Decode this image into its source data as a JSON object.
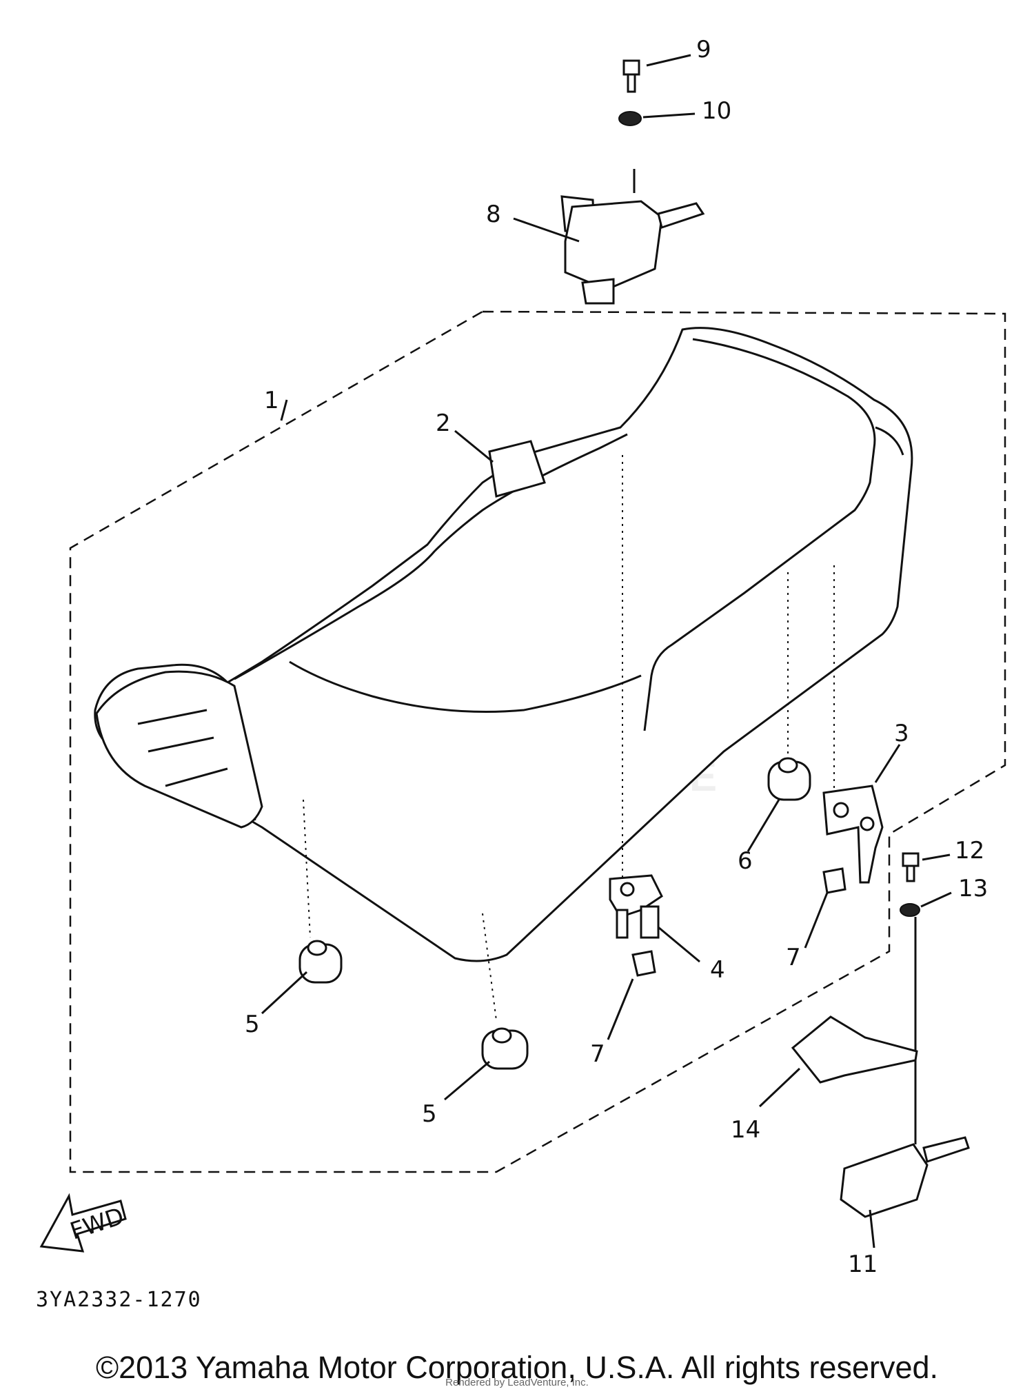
{
  "diagram": {
    "callouts": [
      "1",
      "2",
      "3",
      "4",
      "5",
      "5",
      "6",
      "7",
      "7",
      "8",
      "9",
      "10",
      "11",
      "12",
      "13",
      "14"
    ],
    "fwd_label": "FWD",
    "diagram_code": "3YA2332-1270",
    "watermark": "LEADVENTURE",
    "copyright": "©2013 Yamaha Motor Corporation, U.S.A. All rights reserved.",
    "render_note": "Rendered by LeadVenture, Inc."
  }
}
